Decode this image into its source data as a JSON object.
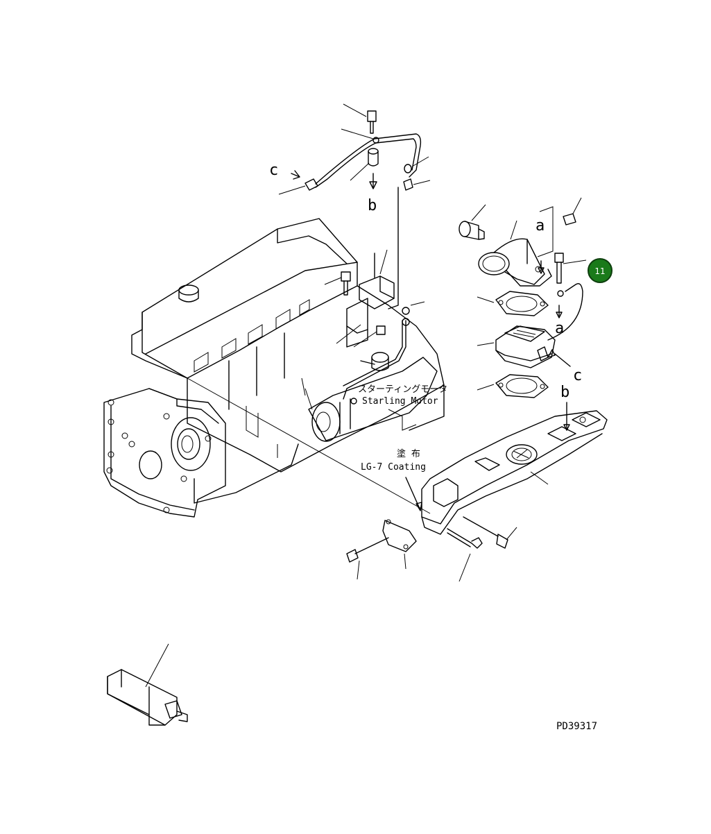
{
  "labels": {
    "c_top": "c",
    "b_top": "b",
    "a_right": "a",
    "a_mid": "a",
    "c_right": "c",
    "b_right": "b",
    "starting_motor_jp": "スターティングモータ",
    "starting_motor_en": "Starling Motor",
    "coating_jp": "塗 布",
    "coating_en": "LG-7 Coating",
    "drawing_number": "PD39317"
  },
  "callouts": [
    {
      "number": "11",
      "color": "#1a7a1a"
    }
  ]
}
